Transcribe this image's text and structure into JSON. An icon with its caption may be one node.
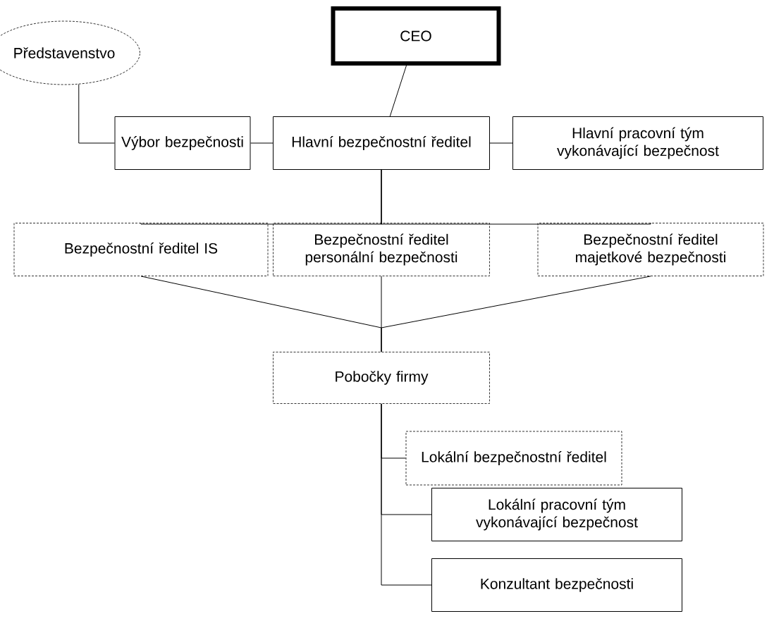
{
  "diagram": {
    "nodes": [
      {
        "text": [
          "Představenstvo"
        ]
      },
      {
        "text": [
          "CEO"
        ]
      },
      {
        "text": [
          "Výbor bezpečnosti"
        ]
      },
      {
        "text": [
          "Hlavní bezpečnostní ředitel"
        ]
      },
      {
        "text": [
          "Hlavní pracovní tým vykonávající bezpečnost"
        ]
      },
      {
        "text": [
          "Bezpečnostní ředitel IS"
        ]
      },
      {
        "text": [
          "Bezpečnostní ředitel personální bezpečnosti"
        ]
      },
      {
        "text": [
          "Bezpečnostní ředitel majetkové bezpečnosti"
        ]
      },
      {
        "text": [
          "Pobočky firmy"
        ]
      },
      {
        "text": [
          "Lokální bezpečnostní ředitel"
        ]
      },
      {
        "text": [
          "Lokální pracovní tým vykonávající bezpečnost"
        ]
      },
      {
        "text": [
          "Konzultant bezpečnosti"
        ]
      }
    ],
    "edges": [
      {
        "from": 0,
        "to": 2,
        "arrow": "none"
      },
      {
        "from": 1,
        "to": 3,
        "arrow": "none"
      },
      {
        "from": 2,
        "to": 3,
        "arrow": "none"
      },
      {
        "from": 3,
        "to": 4,
        "arrow": "none"
      },
      {
        "from": 3,
        "to": 5,
        "arrow": "none"
      },
      {
        "from": 3,
        "to": 6,
        "arrow": "none"
      },
      {
        "from": 3,
        "to": 7,
        "arrow": "none"
      },
      {
        "from": 5,
        "to": 8,
        "arrow": "none"
      },
      {
        "from": 6,
        "to": 8,
        "arrow": "none"
      },
      {
        "from": 7,
        "to": 8,
        "arrow": "none"
      },
      {
        "from": 8,
        "to": 9,
        "arrow": "none"
      },
      {
        "from": 8,
        "to": 10,
        "arrow": "none"
      },
      {
        "from": 8,
        "to": 11,
        "arrow": "none"
      }
    ]
  }
}
